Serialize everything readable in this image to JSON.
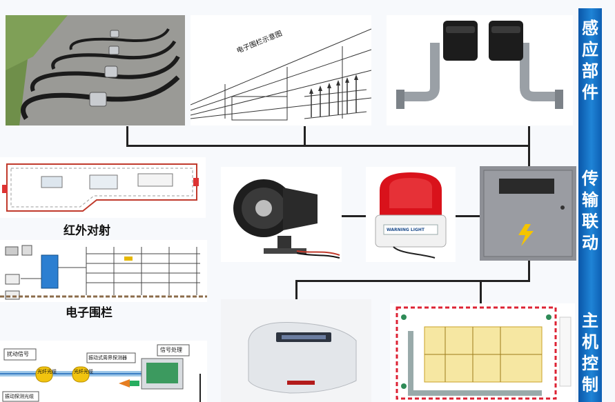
{
  "fence_sign": "电子围栏示意图",
  "infrared_label": "红外对射",
  "electric_fence_label": "电子围栏",
  "fiber_diagram": {
    "vibration_signal": "扰动信号",
    "fiber_cable_1": "光纤光缆",
    "fiber_cable_2": "光纤光缆",
    "sensing_label": "振动式周界探测器",
    "signal_processing": "信号处理",
    "bottom_label": "振动探测光缆"
  },
  "strobe_badge": "WARNING LIGHT",
  "side_bar": {
    "sensing": "感应部件",
    "transmission": "传输联动",
    "host_control": "主机控制"
  },
  "colors": {
    "side_bar": "#1a73c8",
    "strobe_red": "#d9121b",
    "wire": "#222222"
  }
}
